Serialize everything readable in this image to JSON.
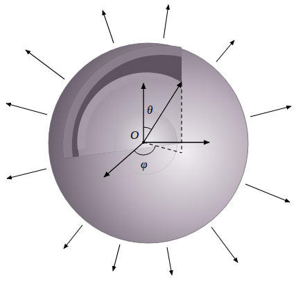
{
  "diagram": {
    "labels": [
      "θ",
      "O",
      "φ"
    ]
  }
}
